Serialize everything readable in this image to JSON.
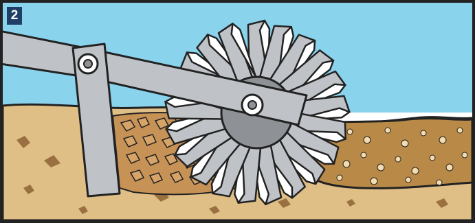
{
  "panel": {
    "number": "2"
  },
  "colors": {
    "sky": "#8ad3ec",
    "soil": "#e0bf87",
    "rubble": "#c79256",
    "gravel": "#b98948",
    "steel": "#bfc3c7",
    "steel_dark": "#8e9296",
    "outline": "#222222",
    "badge": "#1f3f66"
  },
  "icons": {
    "cutter": "rotating-cutter-wheel",
    "boom": "boom-arm",
    "pivot": "pivot-pin"
  }
}
